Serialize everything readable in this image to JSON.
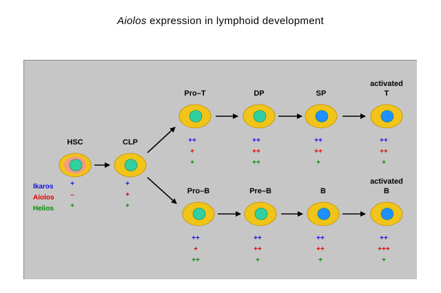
{
  "title": {
    "gene": "Aiolos",
    "rest": " expression in lymphoid development"
  },
  "colors": {
    "panel": "#c6c6c6",
    "cell": "#f0c419",
    "cell_stroke": "#c89a10",
    "hsc_inner": "#f59a86",
    "nucleus_green": "#2fd1a0",
    "nucleus_blue": "#1e90ff",
    "ikaros": "#1010e0",
    "aiolos": "#e00000",
    "helios": "#008f00"
  },
  "legend": [
    {
      "label": "Ikaros",
      "color": "#1010e0"
    },
    {
      "label": "Aiolos",
      "color": "#e00000"
    },
    {
      "label": "Helios",
      "color": "#008f00"
    }
  ],
  "cells": [
    {
      "id": "hsc",
      "label": [
        "HSC"
      ],
      "nucleus": "green",
      "inner": true,
      "ikaros": "+",
      "aiolos": "–",
      "helios": "+"
    },
    {
      "id": "clp",
      "label": [
        "CLP"
      ],
      "nucleus": "green",
      "inner": false,
      "ikaros": "+",
      "aiolos": "+",
      "helios": "+"
    },
    {
      "id": "pro-t",
      "label": [
        "Pro–T"
      ],
      "nucleus": "green",
      "inner": false,
      "ikaros": "++",
      "aiolos": "+",
      "helios": "+"
    },
    {
      "id": "dp",
      "label": [
        "DP"
      ],
      "nucleus": "green",
      "inner": false,
      "ikaros": "++",
      "aiolos": "++",
      "helios": "++"
    },
    {
      "id": "sp",
      "label": [
        "SP"
      ],
      "nucleus": "blue",
      "inner": false,
      "ikaros": "++",
      "aiolos": "++",
      "helios": "+"
    },
    {
      "id": "activated-t",
      "label": [
        "activated",
        "T"
      ],
      "nucleus": "blue",
      "inner": false,
      "ikaros": "++",
      "aiolos": "++",
      "helios": "+"
    },
    {
      "id": "pro-b",
      "label": [
        "Pro–B"
      ],
      "nucleus": "green",
      "inner": false,
      "ikaros": "++",
      "aiolos": "+",
      "helios": "++"
    },
    {
      "id": "pre-b",
      "label": [
        "Pre–B"
      ],
      "nucleus": "green",
      "inner": false,
      "ikaros": "++",
      "aiolos": "++",
      "helios": "+"
    },
    {
      "id": "b",
      "label": [
        "B"
      ],
      "nucleus": "blue",
      "inner": false,
      "ikaros": "++",
      "aiolos": "++",
      "helios": "+"
    },
    {
      "id": "activated-b",
      "label": [
        "activated",
        "B"
      ],
      "nucleus": "blue",
      "inner": false,
      "ikaros": "++",
      "aiolos": "+++",
      "helios": "+"
    }
  ]
}
